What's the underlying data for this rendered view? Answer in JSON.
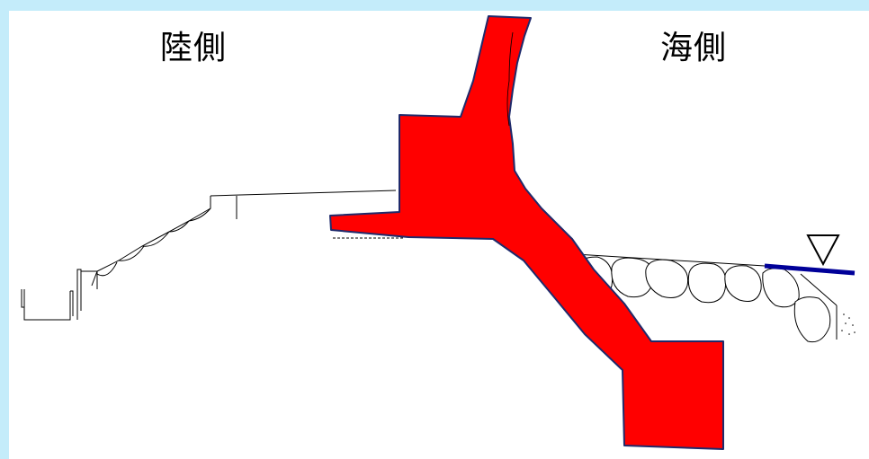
{
  "labels": {
    "land_side": "陸側",
    "sea_side": "海側"
  },
  "colors": {
    "background": "#c4ecfa",
    "canvas": "#ffffff",
    "structure_fill": "#ff0000",
    "structure_outline": "#1f2a6b",
    "water_surface": "#000099",
    "linework": "#000000"
  },
  "icons": {
    "water_level_marker": "inverted-triangle"
  }
}
